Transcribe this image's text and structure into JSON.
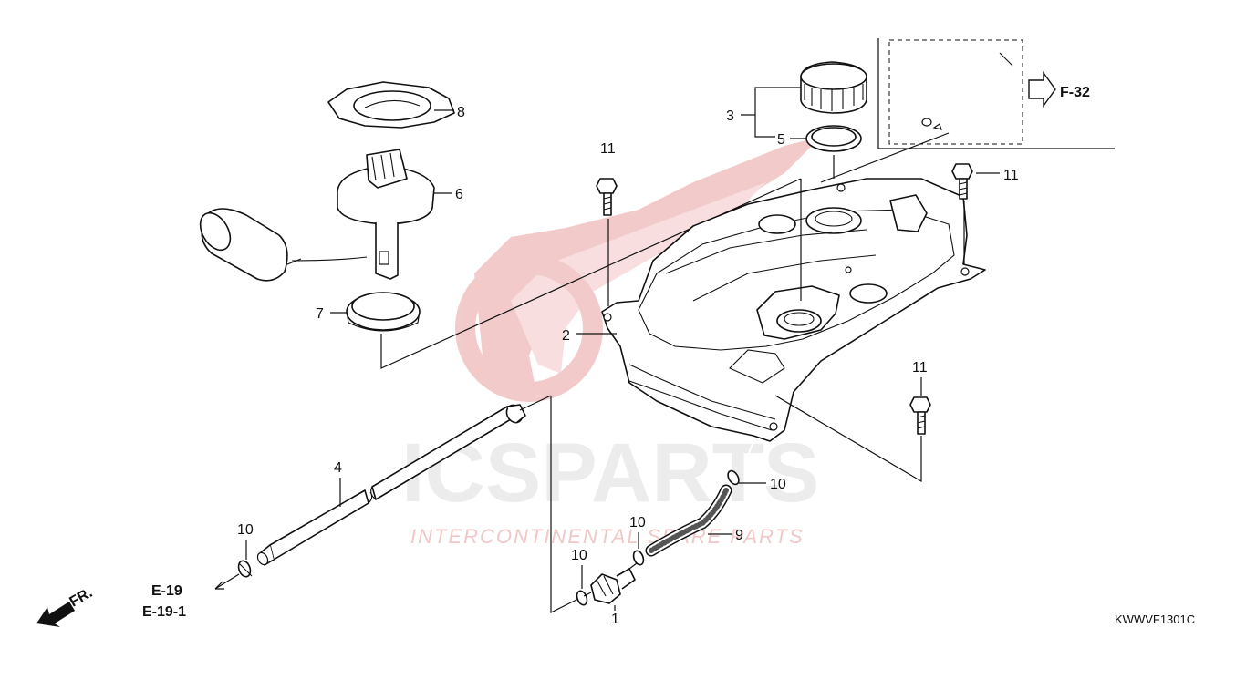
{
  "callouts": {
    "c1": "1",
    "c2": "2",
    "c3": "3",
    "c4": "4",
    "c5": "5",
    "c6": "6",
    "c7": "7",
    "c8": "8",
    "c9": "9",
    "c10": "10",
    "c11": "11"
  },
  "refs": {
    "f32": "F-32",
    "e19": "E-19",
    "e19_1": "E-19-1",
    "front": "FR."
  },
  "diagram_code": "KWWVF1301C",
  "watermark": {
    "brand": "ICSPARTS",
    "tagline": "INTERCONTINENTAL SPARE PARTS"
  },
  "colors": {
    "line": "#111111",
    "watermark_red": "#e8a0a0",
    "watermark_gray": "#ececec"
  }
}
